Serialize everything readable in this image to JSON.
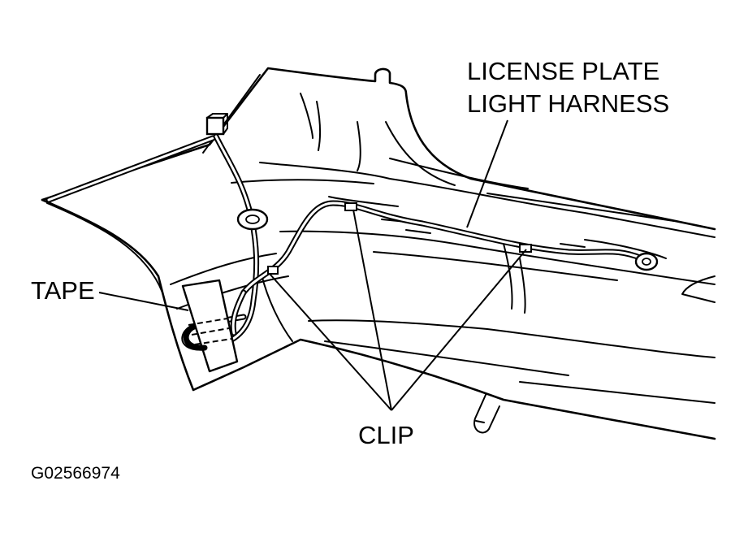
{
  "labels": {
    "harness_line1": "LICENSE PLATE",
    "harness_line2": "LIGHT HARNESS",
    "tape": "TAPE",
    "clip": "CLIP",
    "figure_code": "G02566974"
  },
  "colors": {
    "line": "#000000",
    "background": "#ffffff"
  }
}
